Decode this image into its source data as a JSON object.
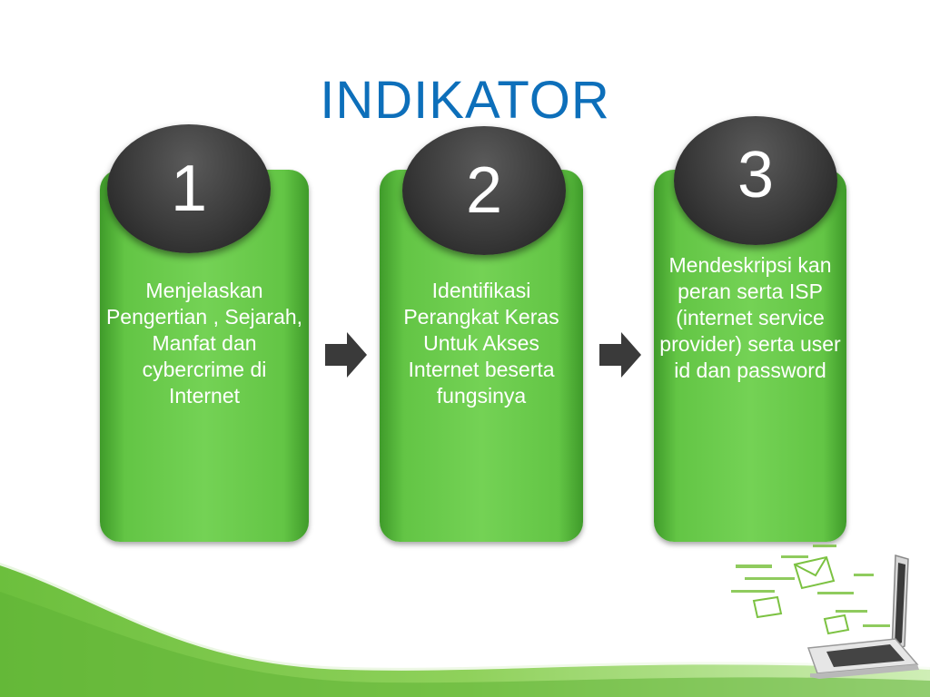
{
  "slide": {
    "title": "INDIKATOR",
    "steps": [
      {
        "number": "1",
        "text": "Menjelaskan Pengertian , Sejarah, Manfat dan cybercrime di Internet"
      },
      {
        "number": "2",
        "text": "Identifikasi Perangkat Keras Untuk Akses Internet beserta fungsinya"
      },
      {
        "number": "3",
        "text": "Mendeskripsi kan peran serta ISP (internet service provider) serta user id dan password"
      }
    ]
  },
  "colors": {
    "title": "#0d6fba",
    "card_green": "#6ccb4e",
    "badge_dark": "#3a3a3a",
    "arrow": "#3a3a3a",
    "wave_green": "#7cc242"
  },
  "icons": {
    "arrows": "arrow-right-icon",
    "decoration": "laptop-email-icon"
  }
}
